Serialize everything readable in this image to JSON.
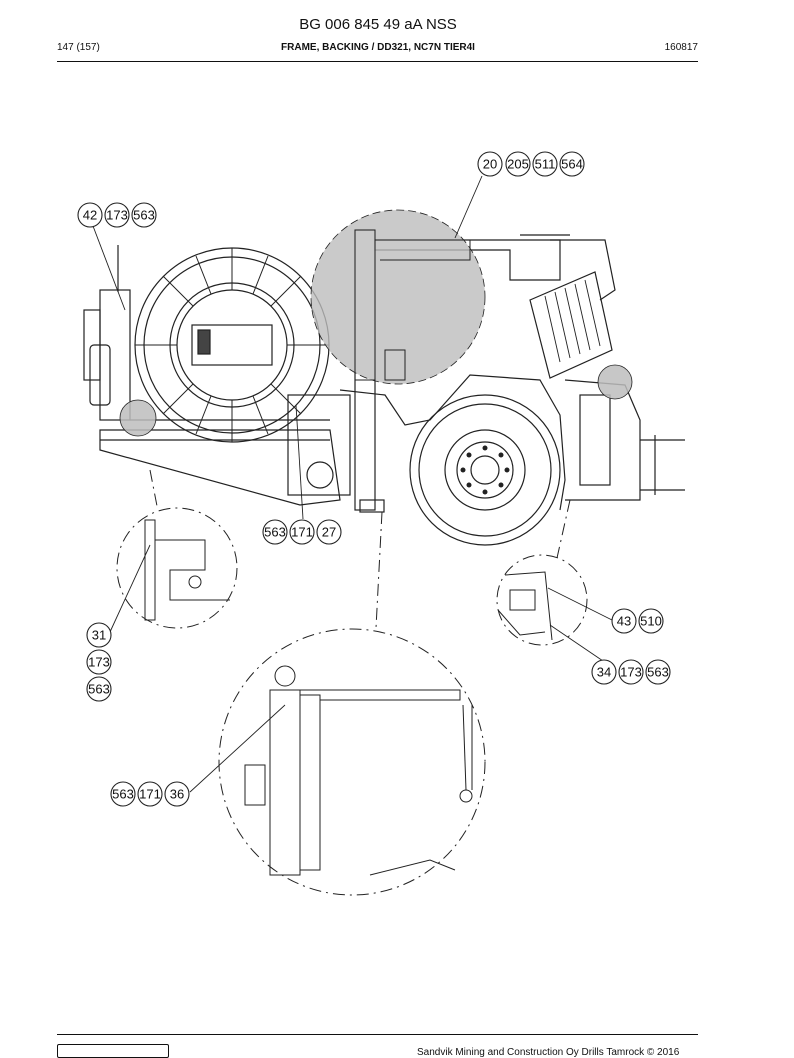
{
  "header": {
    "doc_id": "BG 006 845 49 aA NSS",
    "page": "147 (157)",
    "title": "FRAME, BACKING / DD321, NC7N TIER4I",
    "code": "160817"
  },
  "callouts": {
    "top_right": [
      "20",
      "205",
      "511",
      "564"
    ],
    "top_left": [
      "42",
      "173",
      "563"
    ],
    "center": [
      "563",
      "171",
      "27"
    ],
    "left_stack": [
      "31",
      "173",
      "563"
    ],
    "right_a": [
      "43",
      "510"
    ],
    "right_b": [
      "34",
      "173",
      "563"
    ],
    "bottom_left": [
      "563",
      "171",
      "36"
    ]
  },
  "footer": {
    "copyright": "Sandvik Mining and Construction Oy Drills Tamrock © 2016"
  }
}
